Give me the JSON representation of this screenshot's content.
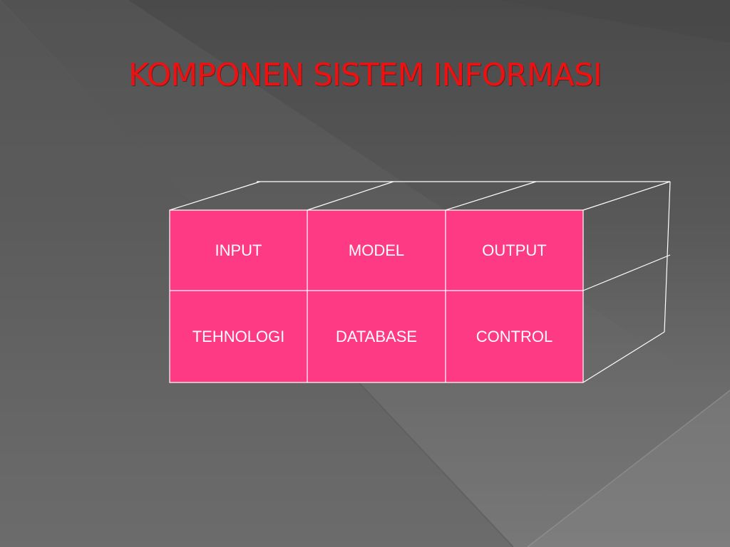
{
  "slide": {
    "title": "KOMPONEN SISTEM INFORMASI"
  },
  "diagram": {
    "cells": [
      {
        "label": "INPUT"
      },
      {
        "label": "MODEL"
      },
      {
        "label": "OUTPUT"
      },
      {
        "label": "TEHNOLOGI"
      },
      {
        "label": "DATABASE"
      },
      {
        "label": "CONTROL"
      }
    ]
  },
  "colors": {
    "title": "#ee1111",
    "cell_fill": "#ff3a85",
    "line": "#ffffff"
  }
}
